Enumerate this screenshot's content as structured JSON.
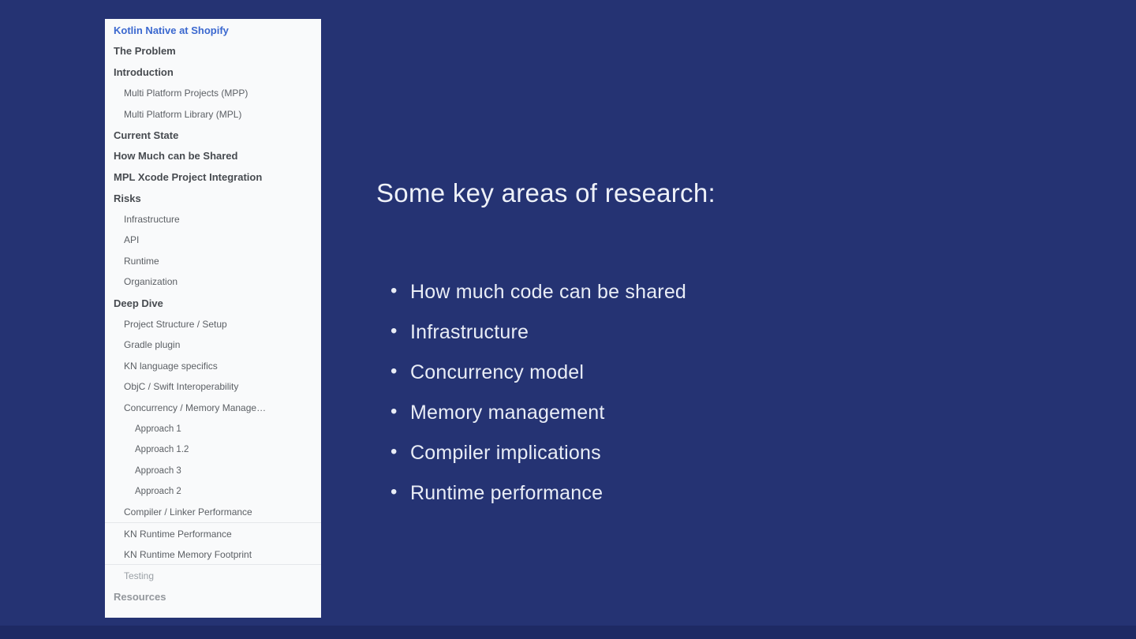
{
  "theme": {
    "background": "#253373",
    "background_bottom_edge": "#1e2a64",
    "sidebar_background": "#f9fafb",
    "outline_active_color": "#3b68cf",
    "outline_heading_color": "#474b50",
    "outline_sub_color": "#5c6065",
    "outline_muted_color": "#9aa0a6",
    "outline_muted_heading_color": "#93979c",
    "outline_divider_color": "#e5e7ea",
    "slide_title_color": "#eef1f8",
    "slide_text_color": "#e9edf6"
  },
  "outline": {
    "items": [
      {
        "label": "Kotlin Native at Shopify",
        "level": 0,
        "style": "active"
      },
      {
        "label": "The Problem",
        "level": 0,
        "style": "heading"
      },
      {
        "label": "Introduction",
        "level": 0,
        "style": "heading"
      },
      {
        "label": "Multi Platform Projects (MPP)",
        "level": 1,
        "style": "sub"
      },
      {
        "label": "Multi Platform Library (MPL)",
        "level": 1,
        "style": "sub"
      },
      {
        "label": "Current State",
        "level": 0,
        "style": "heading"
      },
      {
        "label": "How Much can be Shared",
        "level": 0,
        "style": "heading"
      },
      {
        "label": "MPL Xcode Project Integration",
        "level": 0,
        "style": "heading"
      },
      {
        "label": "Risks",
        "level": 0,
        "style": "heading"
      },
      {
        "label": "Infrastructure",
        "level": 1,
        "style": "sub"
      },
      {
        "label": "API",
        "level": 1,
        "style": "sub"
      },
      {
        "label": "Runtime",
        "level": 1,
        "style": "sub"
      },
      {
        "label": "Organization",
        "level": 1,
        "style": "sub"
      },
      {
        "label": "Deep Dive",
        "level": 0,
        "style": "heading"
      },
      {
        "label": "Project Structure / Setup",
        "level": 1,
        "style": "sub"
      },
      {
        "label": "Gradle plugin",
        "level": 1,
        "style": "sub"
      },
      {
        "label": "KN language specifics",
        "level": 1,
        "style": "sub"
      },
      {
        "label": "ObjC / Swift Interoperability",
        "level": 1,
        "style": "sub"
      },
      {
        "label": "Concurrency / Memory Manage…",
        "level": 1,
        "style": "sub"
      },
      {
        "label": "Approach 1",
        "level": 2,
        "style": "sub"
      },
      {
        "label": "Approach 1.2",
        "level": 2,
        "style": "sub"
      },
      {
        "label": "Approach 3",
        "level": 2,
        "style": "sub"
      },
      {
        "label": "Approach 2",
        "level": 2,
        "style": "sub"
      },
      {
        "label": "Compiler / Linker Performance",
        "level": 1,
        "style": "sub",
        "divider_below": true
      },
      {
        "label": "KN Runtime Performance",
        "level": 1,
        "style": "sub"
      },
      {
        "label": "KN Runtime Memory Footprint",
        "level": 1,
        "style": "sub",
        "divider_below": true
      },
      {
        "label": "Testing",
        "level": 1,
        "style": "muted"
      },
      {
        "label": "Resources",
        "level": 0,
        "style": "muted-heading"
      }
    ]
  },
  "slide": {
    "title": "Some key areas of research:",
    "bullet_icon": "•",
    "bullets": [
      "How much code can be shared",
      "Infrastructure",
      "Concurrency model",
      "Memory management",
      "Compiler implications",
      "Runtime performance"
    ]
  }
}
